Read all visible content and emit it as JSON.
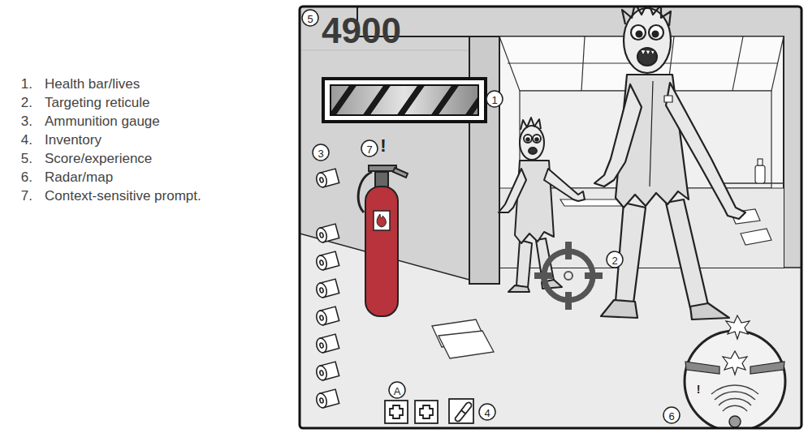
{
  "diagram": {
    "labels": [
      "1.",
      "Health bar/lives",
      "2.",
      "Targeting reticule",
      "3.",
      "Ammunition gauge",
      "4.",
      "Inventory",
      "5.",
      "Score/experience",
      "6.",
      "Radar/map",
      "7.",
      "Context-sensitive prompt.",
      "5",
      "4900",
      "1",
      "7",
      "!",
      "3",
      "2",
      "A",
      "4",
      "6",
      "!"
    ]
  }
}
